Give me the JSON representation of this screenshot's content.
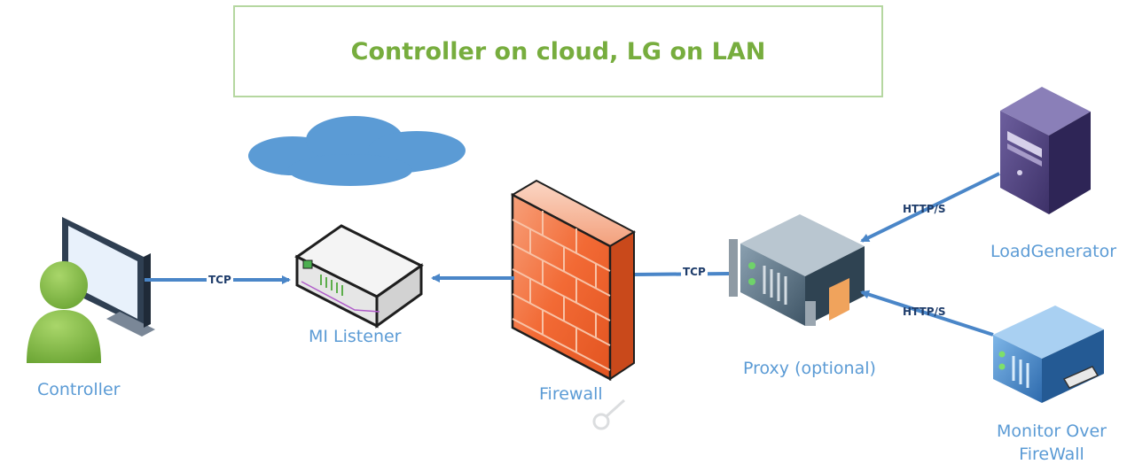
{
  "title": "Controller on cloud, LG on LAN",
  "nodes": {
    "controller": "Controller",
    "mi_listener": "MI Listener",
    "firewall": "Firewall",
    "proxy": "Proxy (optional)",
    "load_generator": "LoadGenerator",
    "monitor_line1": "Monitor Over",
    "monitor_line2": "FireWall"
  },
  "connections": {
    "controller_to_listener": "TCP",
    "proxy_to_firewall": "TCP",
    "lg_to_proxy": "HTTP/S",
    "monitor_to_proxy": "HTTP/S"
  },
  "colors": {
    "accent_green": "#77ad3e",
    "label_blue": "#5b9bd5",
    "arrow_blue": "#4a86c8",
    "firewall_orange": "#f0703c"
  }
}
